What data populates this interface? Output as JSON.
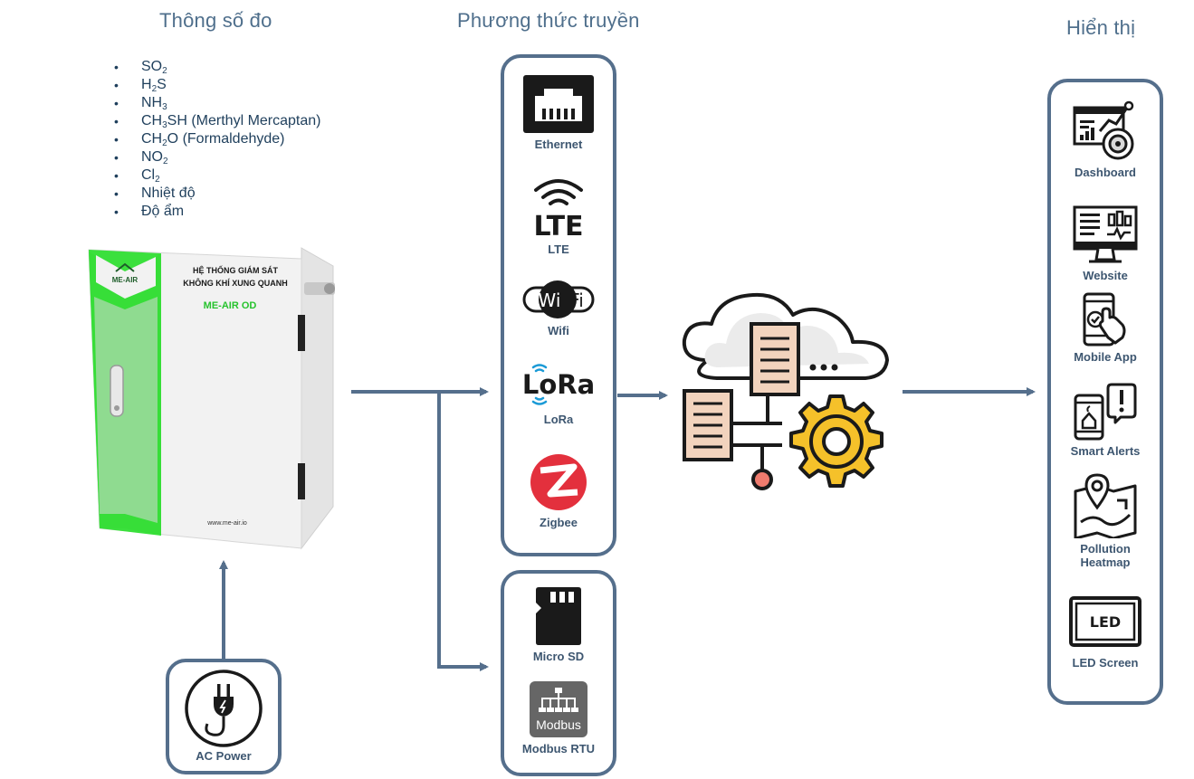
{
  "sections": {
    "params_title": "Thông số đo",
    "transmission_title": "Phương thức truyền",
    "display_title": "Hiển thị"
  },
  "params": [
    {
      "base": "SO",
      "sub": "2",
      "rest": ""
    },
    {
      "base": "H",
      "sub": "2",
      "rest": "S"
    },
    {
      "base": "NH",
      "sub": "3",
      "rest": ""
    },
    {
      "base": "CH",
      "sub": "3",
      "rest": "SH (Merthyl Mercaptan)"
    },
    {
      "base": "CH",
      "sub": "2",
      "rest": "O (Formaldehyde)"
    },
    {
      "base": "NO",
      "sub": "2",
      "rest": ""
    },
    {
      "base": "Cl",
      "sub": "2",
      "rest": ""
    },
    {
      "base": "Nhiệt độ",
      "sub": "",
      "rest": ""
    },
    {
      "base": "Độ ẩm",
      "sub": "",
      "rest": ""
    }
  ],
  "device": {
    "brand": "ME-AIR",
    "title_line1": "HỆ THỐNG GIÁM SÁT",
    "title_line2": "KHÔNG KHÍ XUNG QUANH",
    "model": "ME-AIR OD",
    "url": "www.me-air.io"
  },
  "wireless": {
    "ethernet": "Ethernet",
    "lte": "LTE",
    "wifi": "Wifi",
    "lora": "LoRa",
    "zigbee": "Zigbee"
  },
  "wireless_icon_text": {
    "lte": "LTE",
    "wifi_a": "Wi",
    "wifi_b": "Fi",
    "lora": "LoRa"
  },
  "wired": {
    "microsd": "Micro SD",
    "modbus": "Modbus RTU",
    "modbus_icon_text": "Modbus"
  },
  "display": {
    "dashboard": "Dashboard",
    "website": "Website",
    "mobile_app": "Mobile App",
    "smart_alerts": "Smart Alerts",
    "heatmap_line1": "Pollution",
    "heatmap_line2": "Heatmap",
    "led_screen": "LED Screen",
    "led_icon_text": "LED"
  },
  "power": {
    "label": "AC Power"
  },
  "colors": {
    "arrow": "#556f8c",
    "panel_border": "#556f8c",
    "device_green": "#39e03a",
    "zigbee_red": "#e3303d",
    "lora_blue": "#1a9ad6",
    "gear_yellow": "#f5c12a",
    "doc_peach": "#f2d3bd",
    "dot_red": "#ef7b6e"
  },
  "icons": [
    "ethernet-icon",
    "lte-icon",
    "wifi-icon",
    "lora-icon",
    "zigbee-icon",
    "microsd-icon",
    "modbus-icon",
    "cloud-processing-icon",
    "dashboard-icon",
    "website-icon",
    "mobile-app-icon",
    "smart-alerts-icon",
    "heatmap-icon",
    "led-screen-icon",
    "plug-icon"
  ]
}
